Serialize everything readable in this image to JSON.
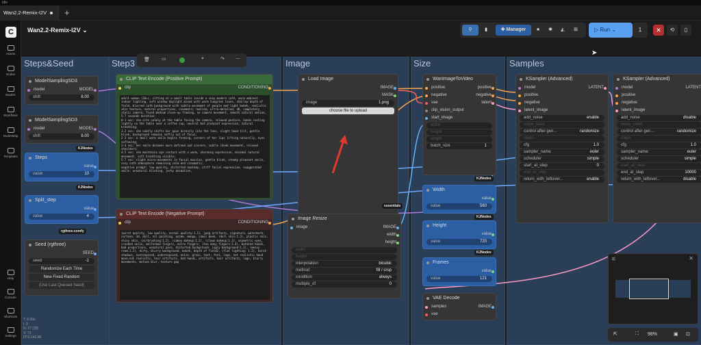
{
  "window": {
    "title": "Idle"
  },
  "tabs": [
    {
      "label": "Wan2.2-Remix-I2V"
    }
  ],
  "workflow": {
    "name": "Wan2.2-Remix-I2V"
  },
  "sidebar": {
    "items": [
      {
        "label": "Assets",
        "icon": "assets-icon"
      },
      {
        "label": "Nodes",
        "icon": "nodes-icon"
      },
      {
        "label": "Models",
        "icon": "models-icon"
      },
      {
        "label": "Workflows",
        "icon": "workflows-icon"
      },
      {
        "label": "NodesMap",
        "icon": "nodesmap-icon"
      },
      {
        "label": "Templates",
        "icon": "templates-icon"
      }
    ],
    "bottom": [
      {
        "label": "Help"
      },
      {
        "label": "Console"
      },
      {
        "label": "Shortcuts"
      },
      {
        "label": "Settings"
      }
    ]
  },
  "toolbar": {
    "manager_label": "Manager",
    "run_label": "Run",
    "run_count": "1"
  },
  "groups": [
    "Steps&Seed",
    "Step3 P",
    "Image",
    "Size",
    "Samples"
  ],
  "nodes": {
    "ms1": {
      "title": "ModelSamplingSD3",
      "in": "model",
      "out": "MODEL",
      "widget": "shift",
      "value": "8.00"
    },
    "ms2": {
      "title": "ModelSamplingSD3",
      "in": "model",
      "out": "MODEL",
      "widget": "shift",
      "value": "8.00"
    },
    "steps": {
      "title": "Steps",
      "out": "value",
      "widget": "value",
      "value": "10"
    },
    "split": {
      "title": "Split_step",
      "out": "value",
      "widget": "value",
      "value": "4"
    },
    "seed": {
      "title": "Seed (rgthree)",
      "out": "SEED",
      "widget": "seed",
      "value": "-1",
      "btn1": "Randomize Each Time",
      "btn2": "New Fixed Random",
      "btn3": "(Use Last Queued Seed)"
    },
    "clip_pos": {
      "title": "CLIP Text Encode (Positive Prompt)",
      "in": "clip",
      "out": "CONDITIONING",
      "text": "adult woman (30+), sitting at a small table inside a cozy modern café, warm ambient indoor lighting, soft window daylight mixed with warm tungsten tones, shallow depth of field, blurred café background with subtle movement of people and light bokeh, realistic skin texture, natural proportions, cinematic realism, ultra-detailed, 4K, completely static camera, fixed medium close-up framing, no camera movement, smooth natural motion, 5-7 seconds duration;\n0-1 sec: she sits calmly at the table facing the camera, relaxed posture, hands resting lightly on the table near a coffee cup, neutral but pleasant expression, natural breathing;\n1-2 sec: she subtly shifts her gaze directly into the lens, slight head tilt, gentle blink, background remains softly out of focus;\n2-3 sec: a small warm smile begins forming, corners of her lips lifting naturally, eyes softening;\n3-4 sec: her smile becomes more defined and sincere, subtle cheek movement, relaxed shoulders;\n4-5 sec: she maintains eye contact with a warm, charming expression, minimal natural movement, soft breathing visible;\n5-7 sec: slight micro-movements in facial muscles, gentle blink, steady pleasant smile, cozy café atmosphere remaining calm and cinematic;\nnegative prompt: low quality, distorted anatomy, stiff facial expression, exaggerated smile, unnatural blinking, jerky animation,"
    },
    "clip_neg": {
      "title": "CLIP Text Encode (Negative Prompt)",
      "in": "clip",
      "out": "CONDITIONING",
      "text": "(worst quality, low quality, normal quality:1.5), jpeg artifacts, signature, watermark, cartoon, 3d, doll, oil painting, anime, manga, comic book, (doll skin:1.3), plastic skin, shiny skin, (airbrushing:1.2), (cakey makeup:1.2), (clown makeup:1.3), asymetric eyes, crooked smile, malformed fingers, extra fingers, (too many fingers:1.4), mutated hands, bad proportions, unnatural pose, distorted background, (ugly background:1.2), (messy room:1.2), dirty, blurry background, bokeh, depth of field2, (flat lighting: 1.2), harsh shadows, overexposed, underexposed, noise, grain, text, font, logo, not realistic hand move,not realistic, hair artifacts, bad hands, artifacts, hair artifacts, lags, blurry movements, motion blur, texture gap"
    },
    "load_image": {
      "title": "Load Image",
      "out1": "IMAGE",
      "out2": "MASK",
      "widget": "image",
      "value": "1.png",
      "btn": "choose file to upload"
    },
    "resize": {
      "title": "Image Resize",
      "in": "image",
      "out1": "IMAGE",
      "out2": "width",
      "out3": "height",
      "w_width": "width",
      "w_height": "height",
      "interp": "interpolation",
      "interp_v": "bicubic",
      "method": "method",
      "method_v": "fill / crop",
      "cond": "condition",
      "cond_v": "always",
      "mult": "multiple_of",
      "mult_v": "0"
    },
    "wan": {
      "title": "WanImageToVideo",
      "ins": [
        "positive",
        "negative",
        "vae",
        "clip_vision_output",
        "start_image"
      ],
      "outs": [
        "positive",
        "negative",
        "latent"
      ],
      "w1": "width",
      "w2": "height",
      "w3": "length",
      "w4": "batch_size",
      "w4v": "1"
    },
    "width": {
      "title": "Width",
      "out": "value",
      "widget": "value",
      "value": "560"
    },
    "height": {
      "title": "Height",
      "out": "value",
      "widget": "value",
      "value": "720"
    },
    "frames": {
      "title": "Frames",
      "out": "value",
      "widget": "value",
      "value": "121"
    },
    "vae_decode": {
      "title": "VAE Decode",
      "in1": "samples",
      "in2": "vae",
      "out": "IMAGE"
    },
    "ks1": {
      "title": "KSampler (Advanced)",
      "ins": [
        "model",
        "positive",
        "negative",
        "latent_image"
      ],
      "out": "LATENT",
      "rows": [
        [
          "add_noise",
          "enable"
        ],
        [
          "noise_seed",
          ""
        ],
        [
          "control after gen...",
          "randomize"
        ],
        [
          "steps",
          ""
        ],
        [
          "cfg",
          "1.0"
        ],
        [
          "sampler_name",
          "euler"
        ],
        [
          "scheduler",
          "simple"
        ],
        [
          "start_at_step",
          "0"
        ],
        [
          "end_at_step",
          ""
        ],
        [
          "return_with_leftover...",
          "enable"
        ]
      ]
    },
    "ks2": {
      "title": "KSampler (Advanced)",
      "ins": [
        "model",
        "positive",
        "negative",
        "latent_image"
      ],
      "out": "LATENT",
      "rows": [
        [
          "add_noise",
          "disable"
        ],
        [
          "noise_seed",
          ""
        ],
        [
          "control after gen...",
          "randomize"
        ],
        [
          "steps",
          ""
        ],
        [
          "cfg",
          "1.0"
        ],
        [
          "sampler_name",
          "euler"
        ],
        [
          "scheduler",
          "simple"
        ],
        [
          "start_at_step",
          ""
        ],
        [
          "end_at_step",
          "10000"
        ],
        [
          "return_with_leftover...",
          "disable"
        ]
      ]
    }
  },
  "badges": {
    "kj1": "KJNodes",
    "kj2": "KJNodes",
    "rg": "rgthree-comfy",
    "ess": "essentials",
    "kj3": "KJNodes",
    "kj4": "KJNodes",
    "kj5": "KJNodes"
  },
  "stats": [
    "T: 0.00s",
    "I: 0",
    "N: 27 [19]",
    "V: 73",
    "FPS:142.86"
  ],
  "zoom": "98%"
}
